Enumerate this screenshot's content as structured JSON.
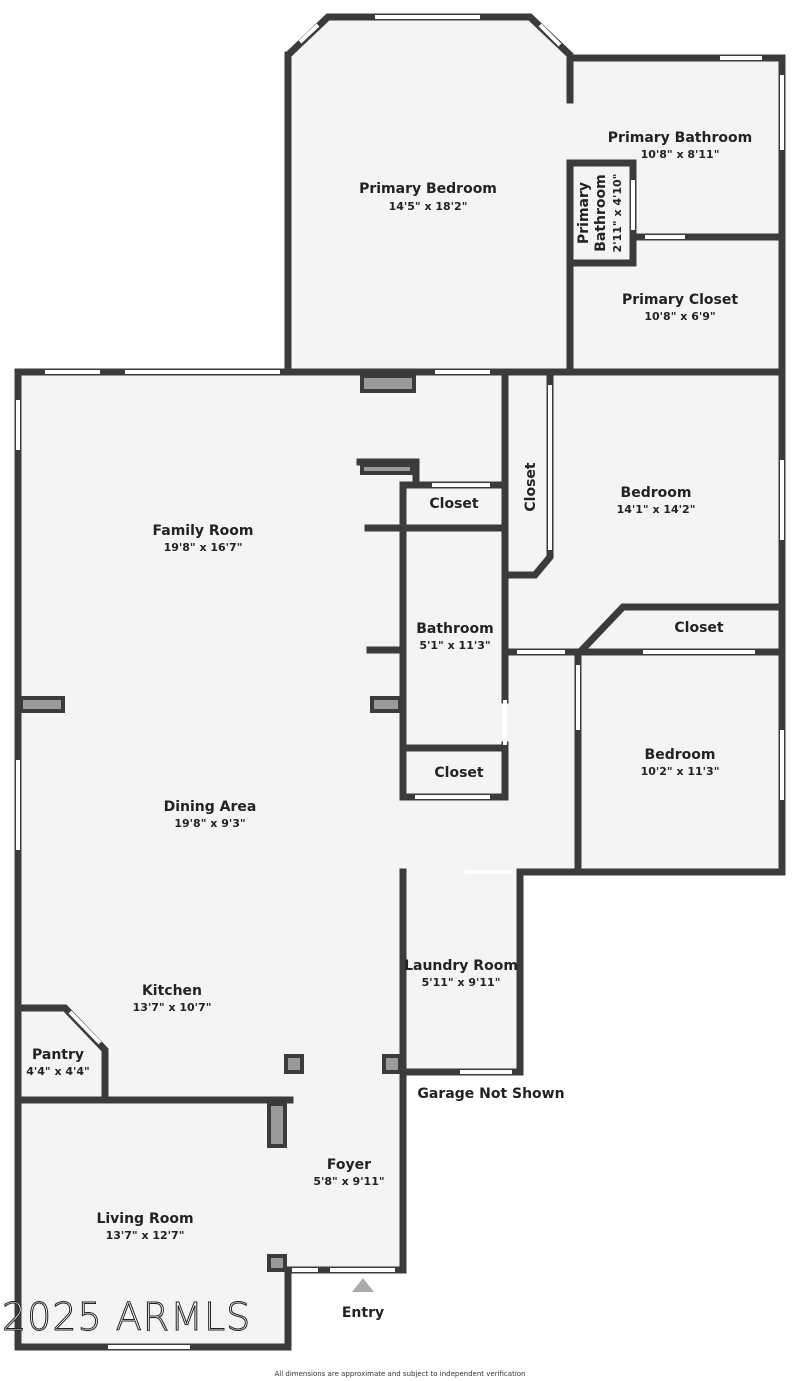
{
  "rooms": {
    "primary_bedroom": {
      "name": "Primary Bedroom",
      "dims": "14'5\" x 18'2\""
    },
    "primary_bathroom": {
      "name": "Primary Bathroom",
      "dims": "10'8\" x 8'11\""
    },
    "primary_bathroom_small": {
      "name_line1": "Primary",
      "name_line2": "Bathroom",
      "dims": "2'11\" x 4'10\""
    },
    "primary_closet": {
      "name": "Primary Closet",
      "dims": "10'8\" x 6'9\""
    },
    "closet_vertical": {
      "name": "Closet"
    },
    "bedroom_1": {
      "name": "Bedroom",
      "dims": "14'1\" x 14'2\""
    },
    "closet_top": {
      "name": "Closet"
    },
    "family_room": {
      "name": "Family Room",
      "dims": "19'8\" x 16'7\""
    },
    "bathroom": {
      "name": "Bathroom",
      "dims": "5'1\" x 11'3\""
    },
    "closet_bedroom2": {
      "name": "Closet"
    },
    "bedroom_2": {
      "name": "Bedroom",
      "dims": "10'2\" x 11'3\""
    },
    "closet_hall": {
      "name": "Closet"
    },
    "dining_area": {
      "name": "Dining Area",
      "dims": "19'8\" x 9'3\""
    },
    "laundry_room": {
      "name": "Laundry Room",
      "dims": "5'11\" x 9'11\""
    },
    "kitchen": {
      "name": "Kitchen",
      "dims": "13'7\" x 10'7\""
    },
    "pantry": {
      "name": "Pantry",
      "dims": "4'4\" x 4'4\""
    },
    "foyer": {
      "name": "Foyer",
      "dims": "5'8\" x 9'11\""
    },
    "living_room": {
      "name": "Living Room",
      "dims": "13'7\" x 12'7\""
    }
  },
  "notes": {
    "garage": "Garage Not Shown",
    "entry": "Entry",
    "watermark": "2025 ARMLS",
    "disclaimer": "All dimensions are approximate and subject to independent verification"
  }
}
